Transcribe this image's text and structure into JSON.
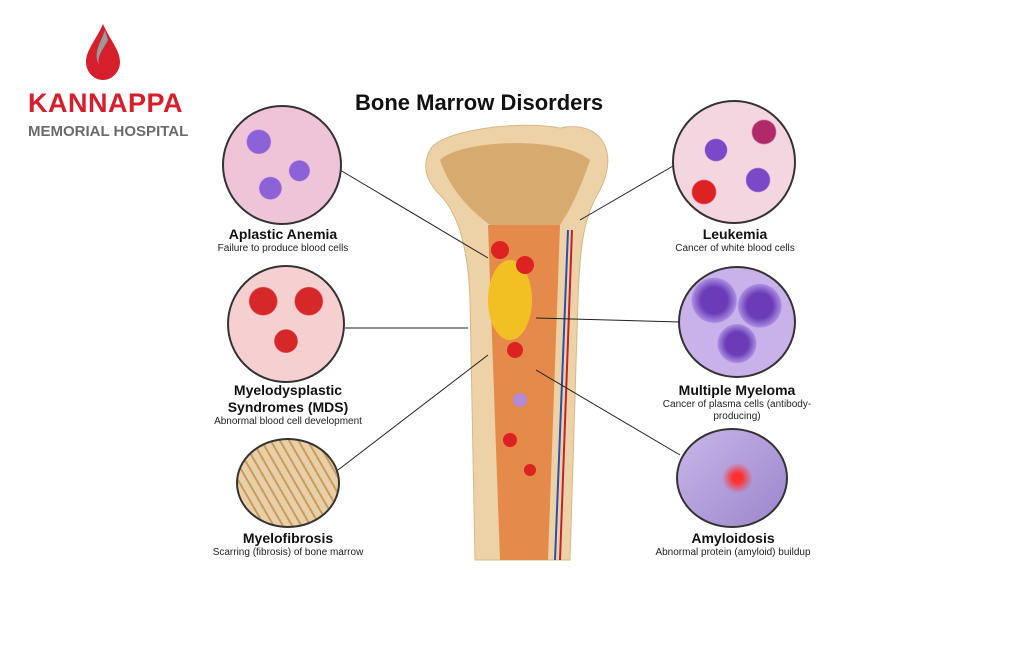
{
  "logo": {
    "name": "KANNAPPA",
    "subtitle": "MEMORIAL HOSPITAL",
    "brand_color": "#d61f2c",
    "icon": "blood-drop-icon"
  },
  "title": "Bone Marrow Disorders",
  "disorders_left": [
    {
      "name": "Aplastic Anemia",
      "description": "Failure to produce blood cells"
    },
    {
      "name": "Myelodysplastic Syndromes (MDS)",
      "description": "Abnormal blood cell development"
    },
    {
      "name": "Myelofibrosis",
      "description": "Scarring (fibrosis) of bone marrow"
    }
  ],
  "disorders_right": [
    {
      "name": "Leukemia",
      "description": "Cancer of white blood cells"
    },
    {
      "name": "Multiple Myeloma",
      "description": "Cancer of plasma cells (antibody-producing)"
    },
    {
      "name": "Amyloidosis",
      "description": "Abnormal protein (amyloid) buildup"
    }
  ]
}
